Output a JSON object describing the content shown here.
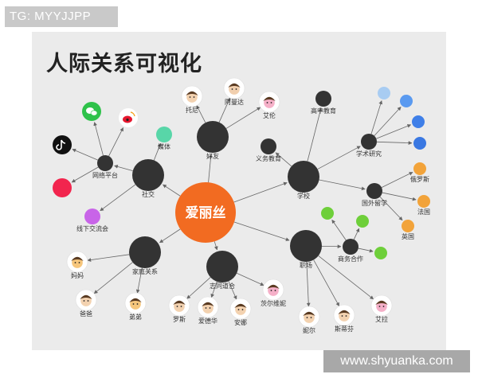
{
  "watermark_top": "TG: MYYJJPP",
  "watermark_bottom": "www.shyuanka.com",
  "title": "人际关系可视化",
  "colors": {
    "center": "#f26b21",
    "hub": "#333333",
    "edge": "#666666",
    "panel": "#ebebeb"
  },
  "center": {
    "label": "爱丽丝"
  },
  "hubs": {
    "social": "社交",
    "friends": "好友",
    "school": "学校",
    "family": "家庭关系",
    "common": "志同道合",
    "work": "职场",
    "network": "网络平台",
    "study_abroad": "国外留学",
    "research": "学术研究",
    "business": "商务合作",
    "higher_edu": "高中教育",
    "compulsory_edu": "义务教育"
  },
  "leaves": {
    "media": "媒体",
    "offline": "线下交流会",
    "tony": "托尼",
    "amanda": "阿曼达",
    "ellen": "艾伦",
    "russia": "俄罗斯",
    "france": "法国",
    "uk": "英国",
    "mom": "妈妈",
    "dad": "爸爸",
    "brother": "弟弟",
    "ross": "罗斯",
    "edward": "爱德华",
    "anna": "安娜",
    "genevieve": "茨尔维妮",
    "nier": "妮尔",
    "stephen": "斯蒂芬",
    "ella": "艾拉"
  },
  "icons": [
    "tiktok-icon",
    "wechat-icon",
    "weibo-icon",
    "red-app-icon"
  ]
}
